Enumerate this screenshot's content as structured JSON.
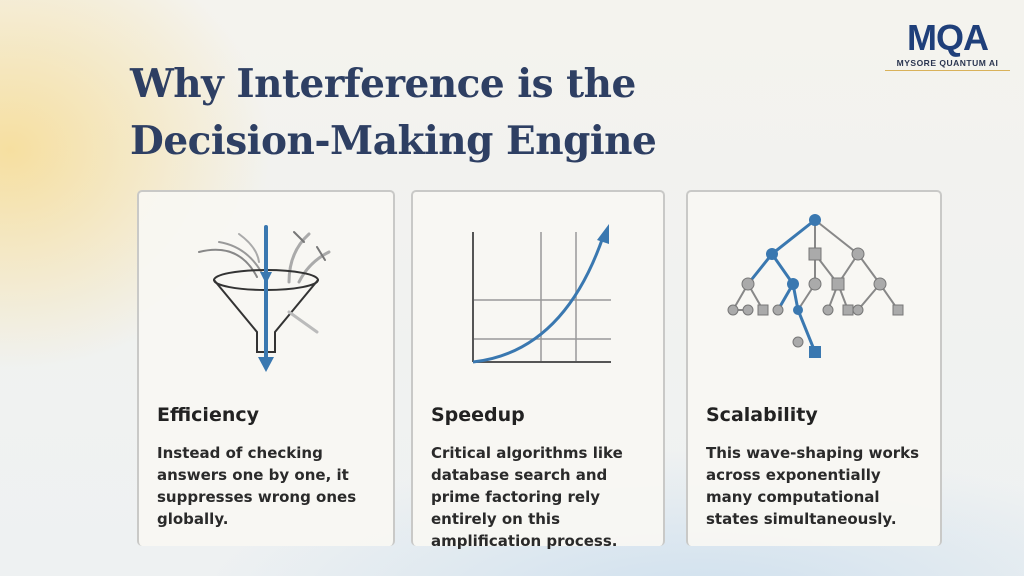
{
  "title": {
    "line1": "Why Interference is the",
    "line2": "Decision-Making Engine"
  },
  "logo": {
    "mark": "MQA",
    "subtitle": "MYSORE QUANTUM AI"
  },
  "cards": [
    {
      "icon": "funnel-icon",
      "heading": "Efficiency",
      "body": "Instead of checking answers one by one, it suppresses wrong ones globally."
    },
    {
      "icon": "growth-chart-icon",
      "heading": "Speedup",
      "body": "Critical algorithms like database search and prime factoring rely entirely on this amplification process."
    },
    {
      "icon": "tree-icon",
      "heading": "Scalability",
      "body": "This wave-shaping works across exponentially many computational states simultaneously."
    }
  ],
  "colors": {
    "accent": "#3a78b0",
    "title": "#2e3f63"
  }
}
